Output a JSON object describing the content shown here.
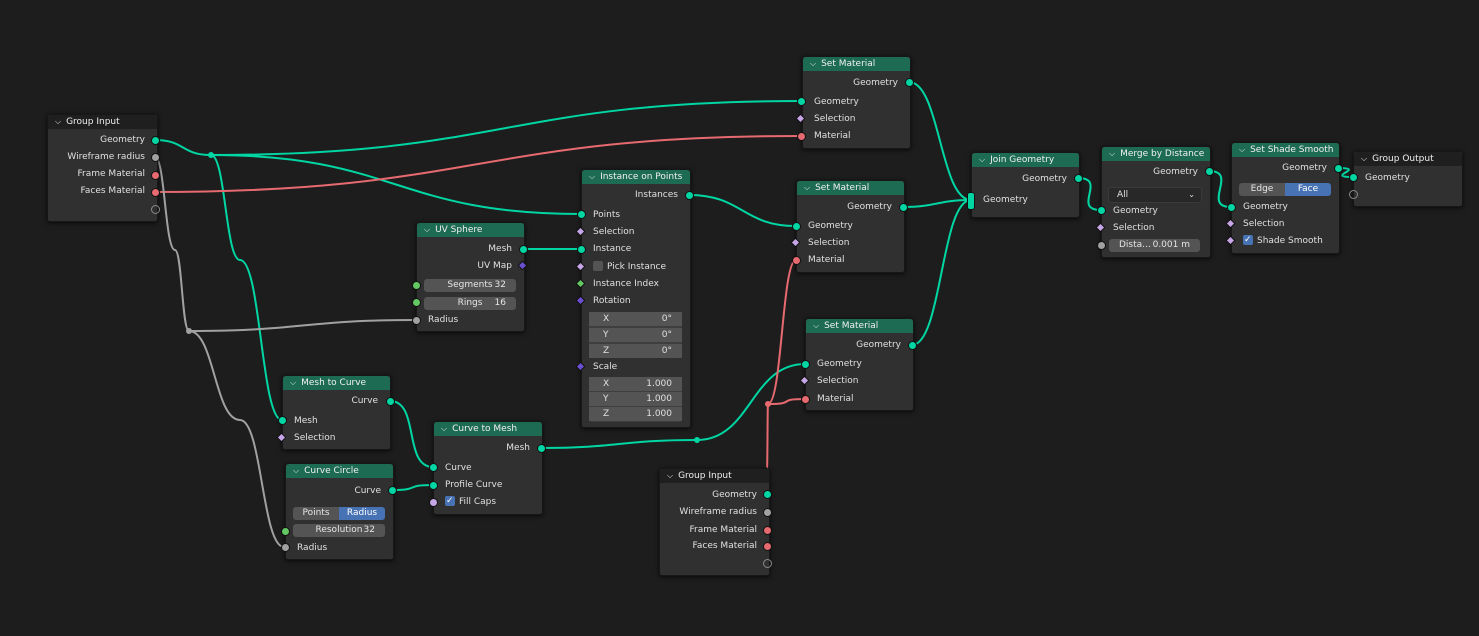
{
  "colors": {
    "geometry": "#00d6a3",
    "float": "#a1a1a1",
    "material": "#e66a6f",
    "vector": "#6b4fd1",
    "integer": "#63c763",
    "boolean": "#c6a6e6",
    "geo_header": "#1e6b54",
    "group_header": "#1f1f1f",
    "active_toggle": "#4772b3"
  },
  "nodes": {
    "group_input_1": {
      "title": "Group Input",
      "outputs": [
        "Geometry",
        "Wireframe radius",
        "Frame Material",
        "Faces Material"
      ]
    },
    "uv_sphere": {
      "title": "UV Sphere",
      "mesh": "Mesh",
      "uvmap": "UV Map",
      "segments_label": "Segments",
      "segments_value": "32",
      "rings_label": "Rings",
      "rings_value": "16",
      "radius": "Radius"
    },
    "mesh_to_curve": {
      "title": "Mesh to Curve",
      "curve": "Curve",
      "mesh": "Mesh",
      "selection": "Selection"
    },
    "curve_circle": {
      "title": "Curve Circle",
      "curve": "Curve",
      "mode_points": "Points",
      "mode_radius": "Radius",
      "resolution_label": "Resolution",
      "resolution_value": "32",
      "radius": "Radius"
    },
    "curve_to_mesh": {
      "title": "Curve to Mesh",
      "mesh": "Mesh",
      "curve": "Curve",
      "profile": "Profile Curve",
      "fill_caps": "Fill Caps"
    },
    "instance_on_points": {
      "title": "Instance on Points",
      "instances": "Instances",
      "points": "Points",
      "selection": "Selection",
      "instance": "Instance",
      "pick_instance": "Pick Instance",
      "instance_index": "Instance Index",
      "rotation": "Rotation",
      "rot_x_label": "X",
      "rot_x": "0°",
      "rot_y_label": "Y",
      "rot_y": "0°",
      "rot_z_label": "Z",
      "rot_z": "0°",
      "scale": "Scale",
      "scale_x_label": "X",
      "scale_x": "1.000",
      "scale_y_label": "Y",
      "scale_y": "1.000",
      "scale_z_label": "Z",
      "scale_z": "1.000"
    },
    "group_input_2": {
      "title": "Group Input",
      "outputs": [
        "Geometry",
        "Wireframe radius",
        "Frame Material",
        "Faces Material"
      ]
    },
    "set_material_1": {
      "title": "Set Material",
      "out": "Geometry",
      "geometry": "Geometry",
      "selection": "Selection",
      "material": "Material"
    },
    "set_material_2": {
      "title": "Set Material",
      "out": "Geometry",
      "geometry": "Geometry",
      "selection": "Selection",
      "material": "Material"
    },
    "set_material_3": {
      "title": "Set Material",
      "out": "Geometry",
      "geometry": "Geometry",
      "selection": "Selection",
      "material": "Material"
    },
    "join_geometry": {
      "title": "Join Geometry",
      "out": "Geometry",
      "geometry": "Geometry"
    },
    "merge_by_distance": {
      "title": "Merge by Distance",
      "out": "Geometry",
      "mode": "All",
      "geometry": "Geometry",
      "selection": "Selection",
      "distance_label": "Dista...",
      "distance_value": "0.001 m"
    },
    "set_shade_smooth": {
      "title": "Set Shade Smooth",
      "out": "Geometry",
      "domain_edge": "Edge",
      "domain_face": "Face",
      "geometry": "Geometry",
      "selection": "Selection",
      "shade_smooth": "Shade Smooth"
    },
    "group_output": {
      "title": "Group Output",
      "geometry": "Geometry"
    }
  }
}
